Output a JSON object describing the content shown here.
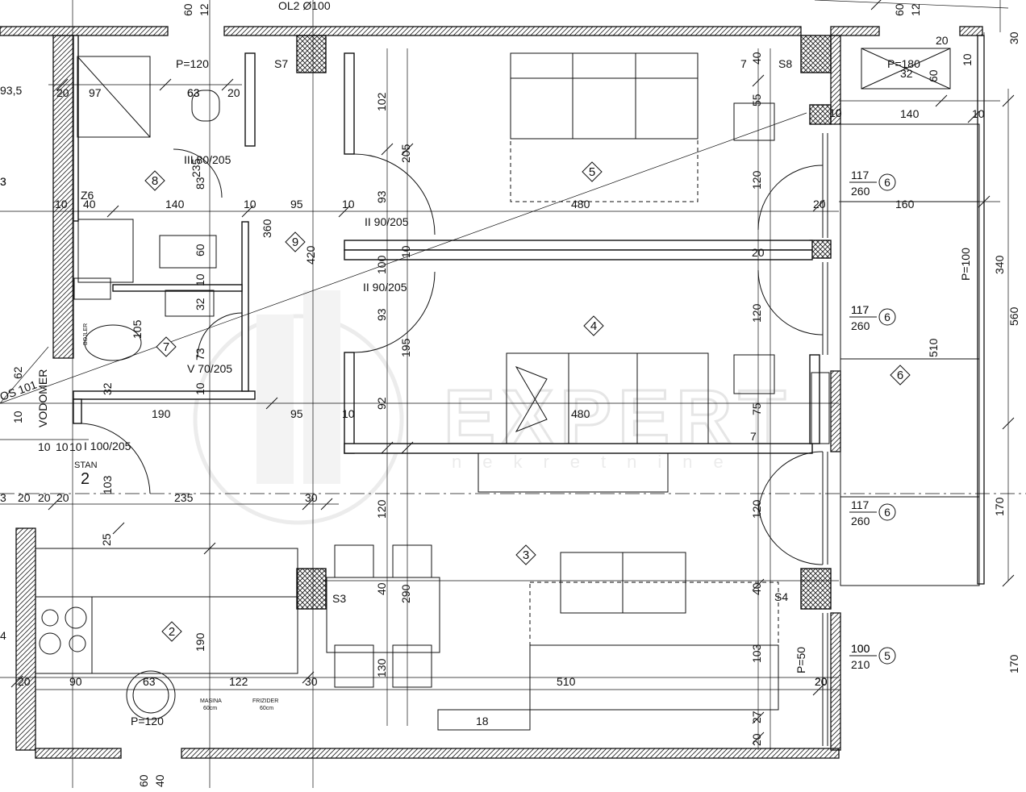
{
  "watermark": {
    "brand": "EXPERT",
    "sub": "nekretnine"
  },
  "labels": {
    "ol2": "OL2 Ø100",
    "p120_top": "P=120",
    "p180": "P=180",
    "p100": "P=100",
    "p50": "P=50",
    "p120_bottom": "P=120",
    "s7": "S7",
    "s8": "S8",
    "s3": "S3",
    "s4": "S4",
    "z6": "Z6",
    "vodomer": "VODOMER",
    "os101": "OS 101",
    "stan": "STAN",
    "stan_no": "2",
    "masina": "MASINA",
    "masina_w": "60cm",
    "frizider": "FRIZIDER",
    "frizider_w": "60cm",
    "boiler": "BOJLER",
    "d_iii": "III 80/205",
    "d_ii_a": "II 90/205",
    "d_ii_b": "II 90/205",
    "d_v": "V 70/205",
    "d_i": "I 100/205",
    "r_93_5": "93,5",
    "r_3": "3",
    "r_4": "4"
  },
  "rooms": [
    {
      "n": "8"
    },
    {
      "n": "9"
    },
    {
      "n": "7"
    },
    {
      "n": "5"
    },
    {
      "n": "4"
    },
    {
      "n": "3"
    },
    {
      "n": "2"
    },
    {
      "n": "6"
    }
  ],
  "windows": [
    {
      "w": "117",
      "h": "260",
      "t": "6"
    },
    {
      "w": "117",
      "h": "260",
      "t": "6"
    },
    {
      "w": "117",
      "h": "260",
      "t": "6"
    },
    {
      "w": "100",
      "h": "210",
      "t": "5"
    }
  ],
  "dims": [
    "60",
    "12",
    "60",
    "12",
    "20",
    "30",
    "97",
    "63",
    "20",
    "7",
    "40",
    "55",
    "32",
    "60",
    "10",
    "140",
    "10",
    "235",
    "83",
    "102",
    "205",
    "120",
    "20",
    "40",
    "140",
    "10",
    "95",
    "10",
    "93",
    "480",
    "160",
    "360",
    "420",
    "100",
    "10",
    "20",
    "340",
    "60",
    "32",
    "10",
    "93",
    "120",
    "117",
    "73",
    "105",
    "195",
    "62",
    "10",
    "10",
    "32",
    "190",
    "95",
    "10",
    "92",
    "480",
    "75",
    "7",
    "510",
    "560",
    "10",
    "10",
    "103",
    "20",
    "20",
    "20",
    "235",
    "30",
    "120",
    "120",
    "170",
    "25",
    "40",
    "290",
    "40",
    "190",
    "130",
    "103",
    "90",
    "63",
    "122",
    "30",
    "510",
    "20",
    "100",
    "27",
    "18",
    "20",
    "60",
    "40",
    "10",
    "170",
    "63",
    "20",
    "20",
    "3",
    "3",
    "20",
    "10",
    "10",
    "10"
  ]
}
